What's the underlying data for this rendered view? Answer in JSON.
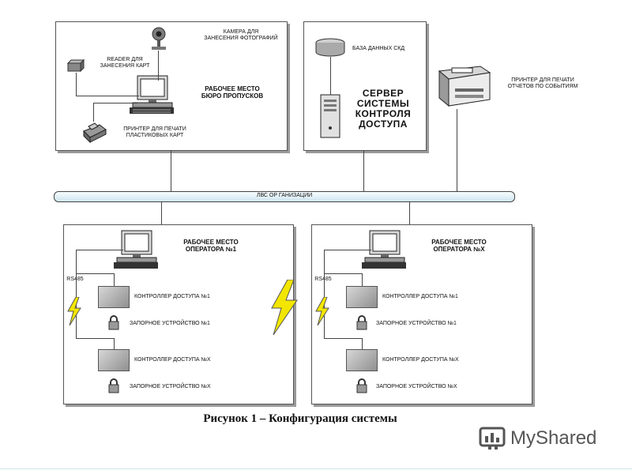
{
  "workstation": {
    "camera_label": "КАМЕРА ДЛЯ\nЗАНЕСЕНИЯ ФОТОГРАФИЙ",
    "reader_label": "READER ДЛЯ\nЗАНЕСЕНИЯ КАРТ",
    "title": "РАБОЧЕЕ МЕСТО\nБЮРО ПРОПУСКОВ",
    "printer_label": "ПРИНТЕР ДЛЯ ПЕЧАТИ\nПЛАСТИКОВЫХ КАРТ"
  },
  "server": {
    "db_label": "БАЗА ДАННЫХ СКД",
    "title": "СЕРВЕР\nСИСТЕМЫ\nКОНТРОЛЯ\nДОСТУПА"
  },
  "report_printer": {
    "label": "ПРИНТЕР ДЛЯ ПЕЧАТИ\nОТЧЕТОВ ПО СОБЫТИЯМ"
  },
  "network": {
    "label": "ЛВС ОР ГАНИЗАЦИИ"
  },
  "operator_1": {
    "title": "РАБОЧЕЕ МЕСТО\nОПЕРАТОРА №1",
    "rs_label": "RS485",
    "controller_1": "КОНТРОЛЛЕР ДОСТУПА №1",
    "lock_1": "ЗАПОРНОЕ УСТРОЙСТВО №1",
    "controller_x": "КОНТРОЛЛЕР ДОСТУПА №Х",
    "lock_x": "ЗАПОРНОЕ УСТРОЙСТВО №Х"
  },
  "operator_x": {
    "title": "РАБОЧЕЕ МЕСТО\nОПЕРАТОРА №Х",
    "rs_label": "RS485",
    "controller_1": "КОНТРОЛЛЕР ДОСТУПА №1",
    "lock_1": "ЗАПОРНОЕ УСТРОЙСТВО №1",
    "controller_x": "КОНТРОЛЛЕР ДОСТУПА №Х",
    "lock_x": "ЗАПОРНОЕ УСТРОЙСТВО №Х"
  },
  "caption": "Рисунок 1 – Конфигурация системы",
  "watermark": "MyShared",
  "colors": {
    "network_bar": "#dceef6",
    "lightning": "#f2e600",
    "logo": "#555555"
  }
}
